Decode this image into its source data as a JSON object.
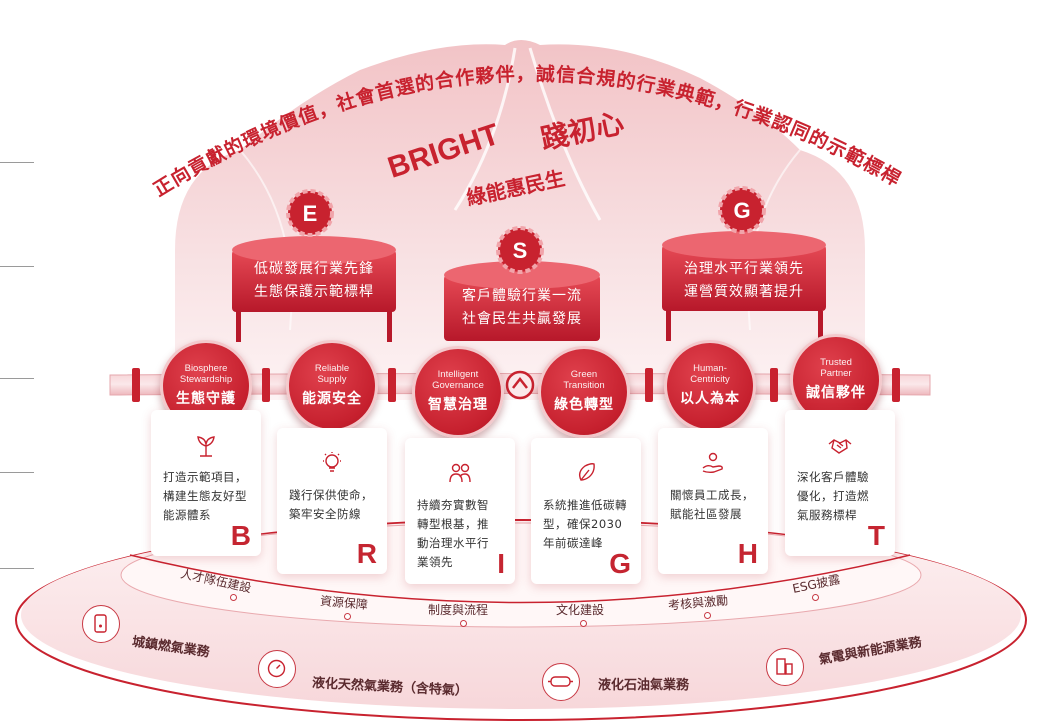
{
  "arc_title": "正向貢獻的環境價值，社會首選的合作夥伴，誠信合規的行業典範，行業認同的示範標桿",
  "center": {
    "brand": "BRIGHT",
    "slogan": "踐初心",
    "subtitle": "綠能惠民生"
  },
  "tanks": [
    {
      "badge": "E",
      "line1": "低碳發展行業先鋒",
      "line2": "生態保護示範標桿"
    },
    {
      "badge": "S",
      "line1": "客戶體驗行業一流",
      "line2": "社會民生共贏發展"
    },
    {
      "badge": "G",
      "line1": "治理水平行業領先",
      "line2": "運營質效顯著提升"
    }
  ],
  "pillars": [
    {
      "en1": "Biosphere",
      "en2": "Stewardship",
      "zh": "生態守護"
    },
    {
      "en1": "Reliable",
      "en2": "Supply",
      "zh": "能源安全"
    },
    {
      "en1": "Intelligent",
      "en2": "Governance",
      "zh": "智慧治理"
    },
    {
      "en1": "Green",
      "en2": "Transition",
      "zh": "綠色轉型"
    },
    {
      "en1": "Human-",
      "en2": "Centricity",
      "zh": "以人為本"
    },
    {
      "en1": "Trusted",
      "en2": "Partner",
      "zh": "誠信夥伴"
    }
  ],
  "cards": [
    {
      "lines": [
        "打造示範項目，",
        "構建生態友好型",
        "能源體系"
      ],
      "letter": "B",
      "icon": "plant-icon"
    },
    {
      "lines": [
        "踐行保供使命，",
        "築牢安全防線"
      ],
      "letter": "R",
      "icon": "bulb-icon"
    },
    {
      "lines": [
        "持續夯實數智",
        "轉型根基，推",
        "動治理水平行",
        "業領先"
      ],
      "letter": "I",
      "icon": "team-icon"
    },
    {
      "lines": [
        "系統推進低碳轉",
        "型，確保2030",
        "年前碳達峰"
      ],
      "letter": "G",
      "icon": "leaf-cycle-icon"
    },
    {
      "lines": [
        "關懷員工成長，",
        "賦能社區發展"
      ],
      "letter": "H",
      "icon": "care-hand-icon"
    },
    {
      "lines": [
        "深化客戶體驗",
        "優化，打造燃",
        "氣服務標桿"
      ],
      "letter": "T",
      "icon": "handshake-icon"
    }
  ],
  "mechanisms": [
    "人才隊伍建設",
    "資源保障",
    "制度與流程",
    "文化建設",
    "考核與激勵",
    "ESG披露"
  ],
  "businesses": [
    {
      "label": "城鎮燃氣業務",
      "icon": "gas-meter-icon"
    },
    {
      "label": "液化天然氣業務（含特氣）",
      "icon": "gauge-icon"
    },
    {
      "label": "液化石油氣業務",
      "icon": "pipeline-icon"
    },
    {
      "label": "氣電與新能源業務",
      "icon": "power-plant-icon"
    }
  ],
  "colors": {
    "primary": "#c8222f",
    "light": "#f6dadc",
    "pale": "#fbeeef",
    "text": "#5a2a2e"
  }
}
